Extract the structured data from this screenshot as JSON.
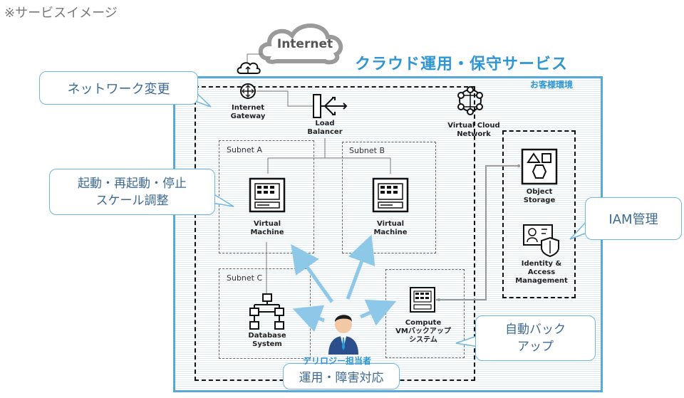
{
  "note": "※サービスイメージ",
  "internet_label": "Internet",
  "service_title": "クラウド運用・保守サービス",
  "env_label": "お客様環境",
  "nodes": {
    "internet_gateway": "Internet\nGateway",
    "load_balancer": "Load\nBalancer",
    "vcn": "Virtual Cloud\nNetwork",
    "vm_a": "Virtual\nMachine",
    "vm_b": "Virtual\nMachine",
    "database": "Database\nSystem",
    "compute_backup": "Compute\nVMバックアップ\nシステム",
    "object_storage": "Object\nStorage",
    "iam": "Identity & Access\nManagement"
  },
  "subnets": {
    "a": "Subnet A",
    "b": "Subnet B",
    "c": "Subnet C"
  },
  "callouts": {
    "network": "ネットワーク変更",
    "start_stop": "起動・再起動・停止\nスケール調整",
    "iam": "IAM管理",
    "auto_backup": "自動バック\nアップ",
    "operations": "運用・障害対応"
  },
  "user_label": "テリロジー担当者",
  "colors": {
    "accent": "#2e96d2",
    "callout_border": "#6fb7e0",
    "callout_text": "#3c6a94",
    "arrow": "#8ec8e8"
  }
}
